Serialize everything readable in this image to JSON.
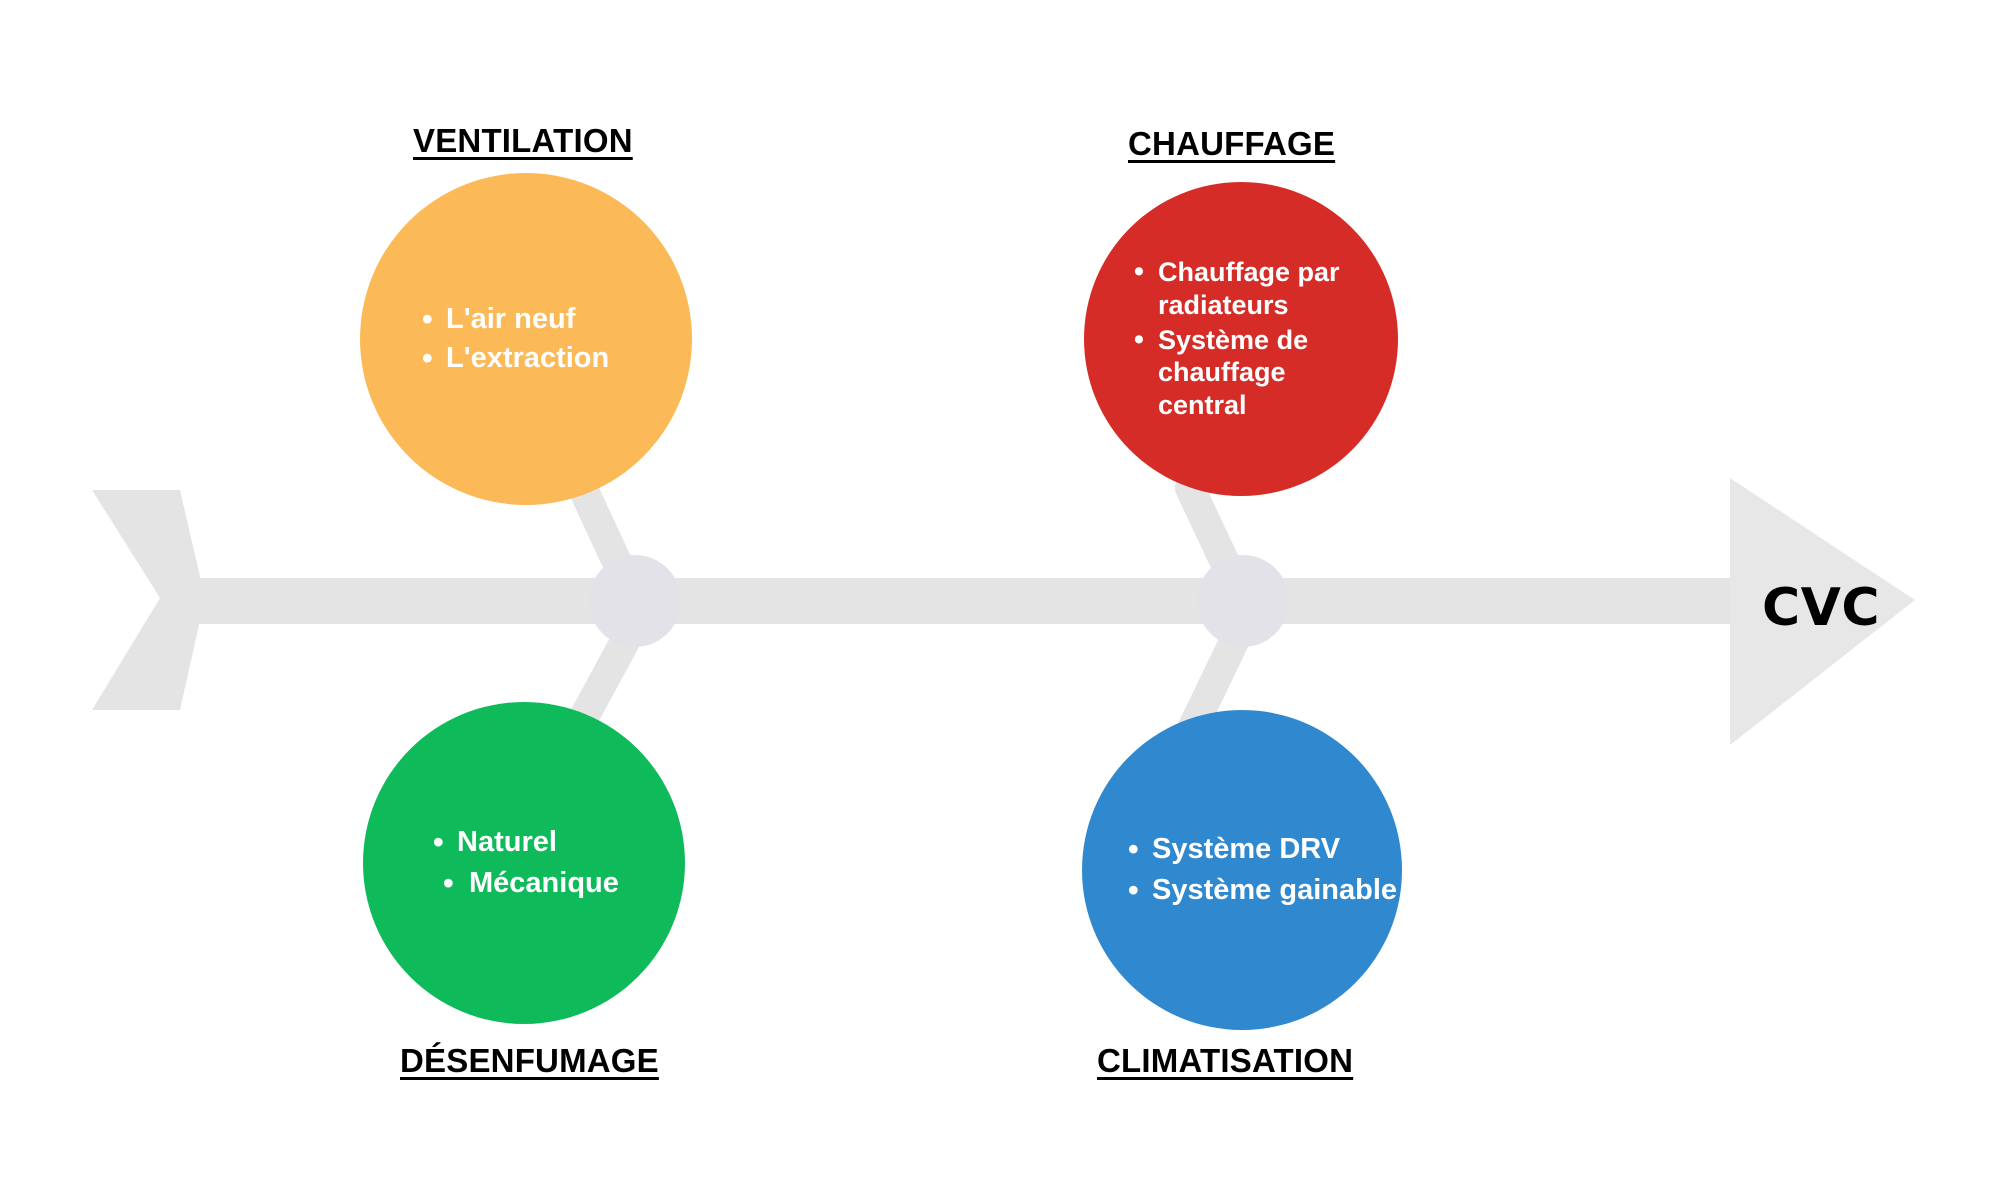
{
  "diagram": {
    "type": "fishbone",
    "effect_label": "CVC",
    "background_color": "#FFFFFF",
    "skeleton_color": "#E4E4E4",
    "node_color": "#E3E2E8",
    "branches": [
      {
        "id": "ventilation",
        "heading": "VENTILATION",
        "position": "top-left",
        "color": "#FBB957",
        "text_color": "#FFFFFF",
        "items": [
          "L'air neuf",
          "L'extraction"
        ]
      },
      {
        "id": "chauffage",
        "heading": "CHAUFFAGE",
        "position": "top-right",
        "color": "#D52C27",
        "text_color": "#FFFFFF",
        "items": [
          "Chauffage par radiateurs",
          "Système de chauffage central"
        ]
      },
      {
        "id": "desenfumage",
        "heading": "DÉSENFUMAGE",
        "position": "bottom-left",
        "color": "#0FBA5B",
        "text_color": "#FFFFFF",
        "items": [
          "Naturel",
          "Mécanique"
        ]
      },
      {
        "id": "climatisation",
        "heading": "CLIMATISATION",
        "position": "bottom-right",
        "color": "#3088CE",
        "text_color": "#FFFFFF",
        "items": [
          "Système DRV",
          "Système gainable"
        ]
      }
    ]
  }
}
